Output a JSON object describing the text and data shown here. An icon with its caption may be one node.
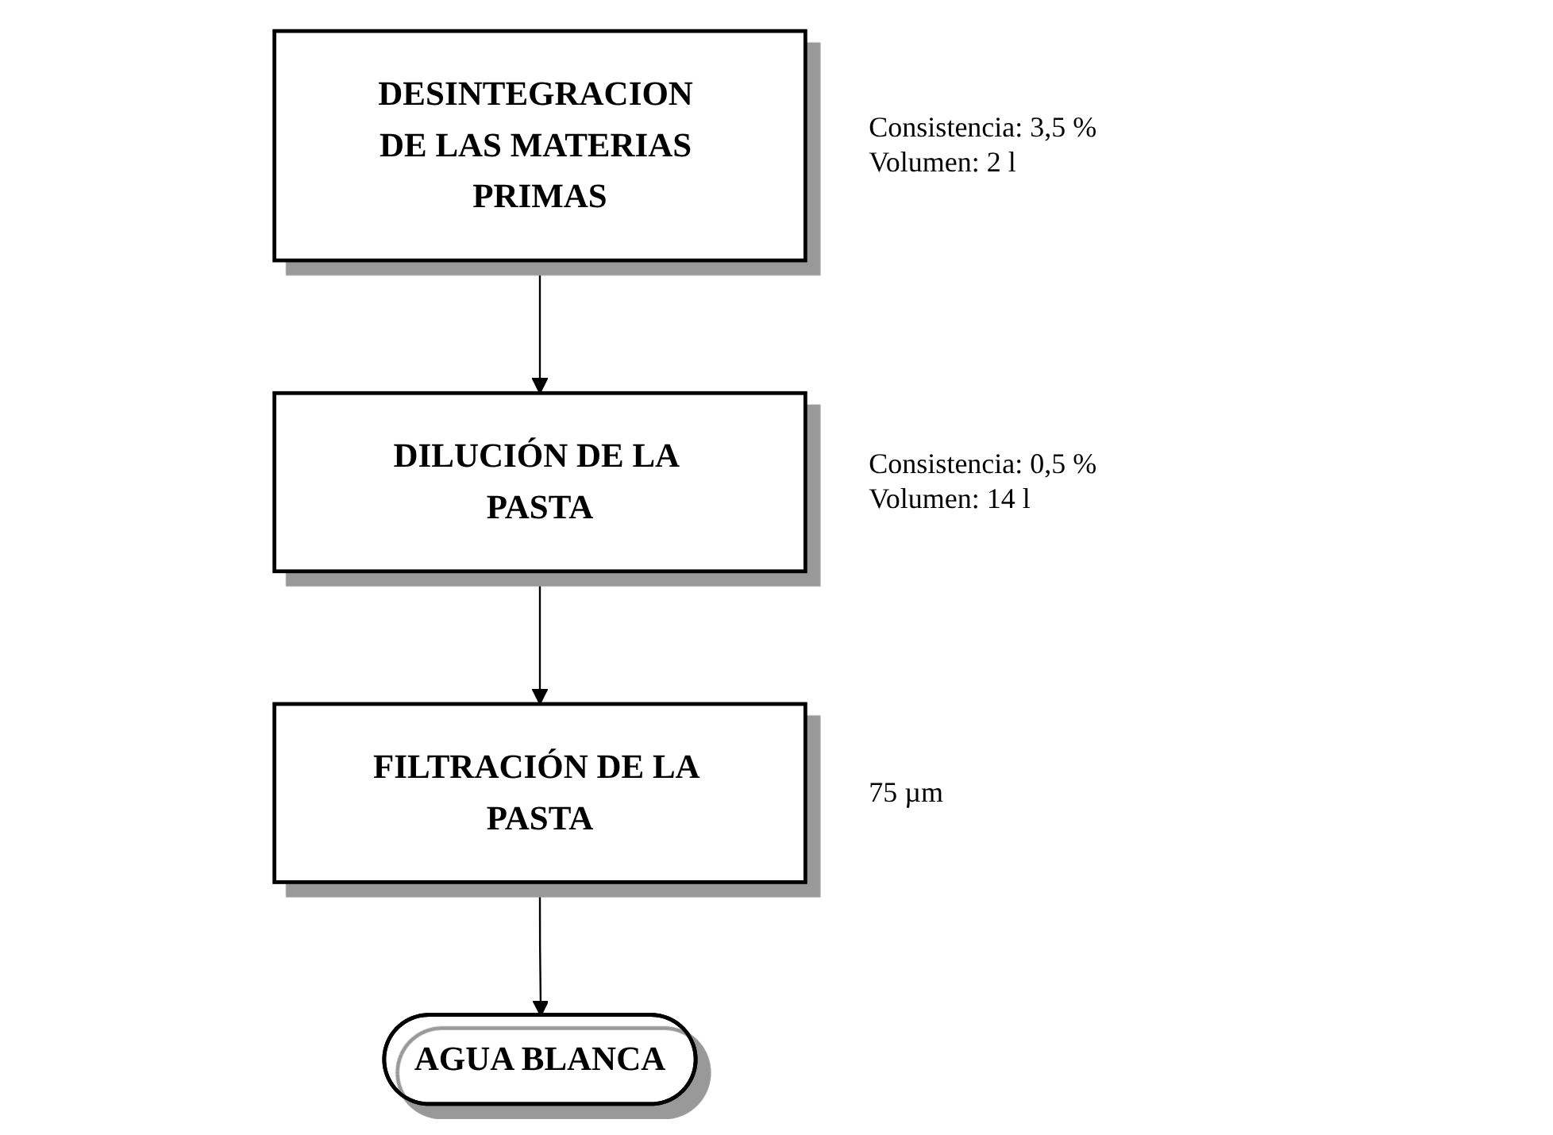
{
  "diagram": {
    "nodes": [
      {
        "text": [
          "DESINTEGRACION DE LAS MATERIAS PRIMAS"
        ],
        "beside": [
          "Consistencia: 3,5 %",
          "Volumen: 2 l"
        ]
      },
      {
        "text": [
          "DILUCIÓN DE LA PASTA"
        ],
        "beside": [
          "Consistencia: 0,5 %",
          "Volumen: 14 l"
        ]
      },
      {
        "text": [
          "FILTRACIÓN DE LA PASTA"
        ],
        "beside": [
          "75 µm"
        ]
      },
      {
        "text": [
          "AGUA BLANCA"
        ]
      }
    ],
    "edges": [
      {
        "from": 0,
        "to": 1,
        "arrow": "to"
      },
      {
        "from": 1,
        "to": 2,
        "arrow": "to"
      },
      {
        "from": 2,
        "to": 3,
        "arrow": "to"
      }
    ]
  }
}
